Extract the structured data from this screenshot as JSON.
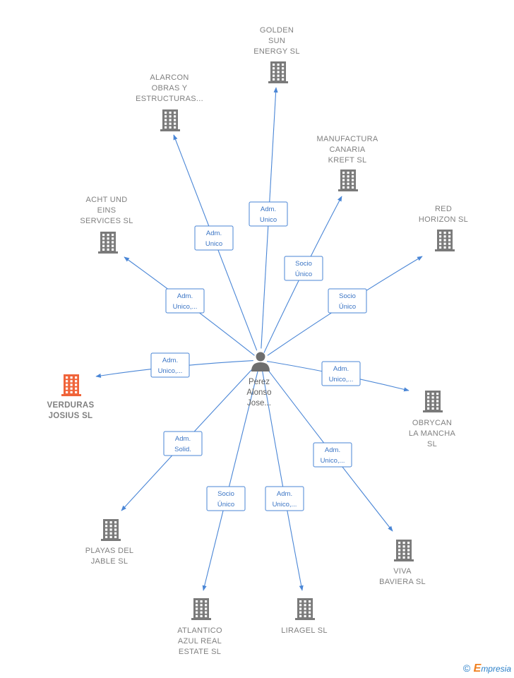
{
  "colors": {
    "edge": "#4a86d6",
    "building": "#7a7a7a",
    "highlight": "#f0643a",
    "person": "#6e6e6e"
  },
  "center": {
    "name_lines": [
      "Perez",
      "Alonso",
      "Jose..."
    ],
    "icon": "person-icon"
  },
  "companies": [
    {
      "id": "golden-sun-energy",
      "lines": [
        "GOLDEN",
        "SUN",
        "ENERGY SL"
      ],
      "highlight": false,
      "icon": "building-icon"
    },
    {
      "id": "alarcon-obras",
      "lines": [
        "ALARCON",
        "OBRAS Y",
        "ESTRUCTURAS..."
      ],
      "highlight": false,
      "icon": "building-icon"
    },
    {
      "id": "manufactura-canaria",
      "lines": [
        "MANUFACTURA",
        "CANARIA",
        "KREFT  SL"
      ],
      "highlight": false,
      "icon": "building-icon"
    },
    {
      "id": "acht-und-eins",
      "lines": [
        "ACHT UND",
        "EINS",
        "SERVICES  SL"
      ],
      "highlight": false,
      "icon": "building-icon"
    },
    {
      "id": "red-horizon",
      "lines": [
        "RED",
        "HORIZON  SL"
      ],
      "highlight": false,
      "icon": "building-icon"
    },
    {
      "id": "verduras-josius",
      "lines": [
        "VERDURAS",
        "JOSIUS  SL"
      ],
      "highlight": true,
      "icon": "building-icon"
    },
    {
      "id": "obrycan",
      "lines": [
        "OBRYCAN",
        "LA MANCHA",
        "SL"
      ],
      "highlight": false,
      "icon": "building-icon"
    },
    {
      "id": "playas-del-jable",
      "lines": [
        "PLAYAS DEL",
        "JABLE SL"
      ],
      "highlight": false,
      "icon": "building-icon"
    },
    {
      "id": "viva-baviera",
      "lines": [
        "VIVA",
        "BAVIERA  SL"
      ],
      "highlight": false,
      "icon": "building-icon"
    },
    {
      "id": "atlantico-azul",
      "lines": [
        "ATLANTICO",
        "AZUL REAL",
        "ESTATE  SL"
      ],
      "highlight": false,
      "icon": "building-icon"
    },
    {
      "id": "liragel",
      "lines": [
        "LIRAGEL SL"
      ],
      "highlight": false,
      "icon": "building-icon"
    }
  ],
  "edges": [
    {
      "to": "golden-sun-energy",
      "label": [
        "Adm.",
        "Unico"
      ]
    },
    {
      "to": "alarcon-obras",
      "label": [
        "Adm.",
        "Unico"
      ]
    },
    {
      "to": "manufactura-canaria",
      "label": [
        "Socio",
        "Único"
      ]
    },
    {
      "to": "acht-und-eins",
      "label": [
        "Adm.",
        "Unico,..."
      ]
    },
    {
      "to": "red-horizon",
      "label": [
        "Socio",
        "Único"
      ]
    },
    {
      "to": "verduras-josius",
      "label": [
        "Adm.",
        "Unico,..."
      ]
    },
    {
      "to": "obrycan",
      "label": [
        "Adm.",
        "Unico,..."
      ]
    },
    {
      "to": "playas-del-jable",
      "label": [
        "Adm.",
        "Solid."
      ]
    },
    {
      "to": "viva-baviera",
      "label": [
        "Adm.",
        "Unico,..."
      ]
    },
    {
      "to": "atlantico-azul",
      "label": [
        "Socio",
        "Único"
      ]
    },
    {
      "to": "liragel",
      "label": [
        "Adm.",
        "Unico,..."
      ]
    }
  ],
  "footer": {
    "copyright_symbol": "©",
    "brand_initial": "E",
    "brand_rest": "mpresia"
  }
}
